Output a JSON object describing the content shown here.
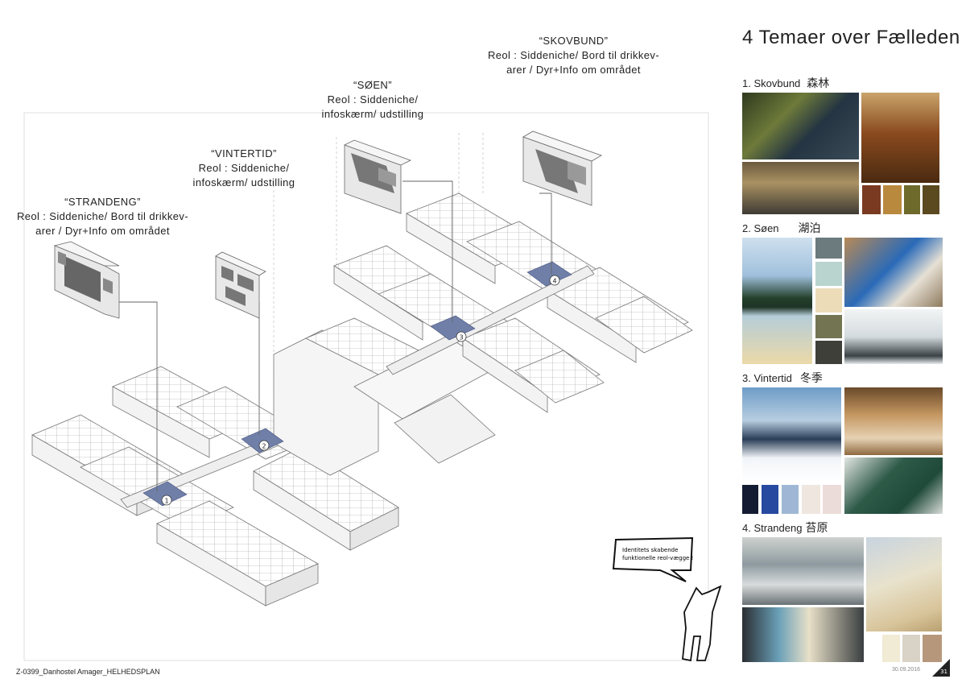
{
  "labels": {
    "strandeng": {
      "name": "“STRANDENG”",
      "line1": "Reol :  Siddeniche/ Bord til drikkev-",
      "line2": "arer / Dyr+Info om området"
    },
    "vintertid": {
      "name": "“VINTERTID”",
      "line1": "Reol : Siddeniche/",
      "line2": "infoskærm/ udstilling"
    },
    "soen": {
      "name": "“SØEN”",
      "line1": "Reol : Siddeniche/",
      "line2": "infoskærm/ udstilling"
    },
    "skovbund": {
      "name": "“SKOVBUND”",
      "line1": "Reol : Siddeniche/ Bord til drikkev-",
      "line2": "arer / Dyr+Info om området"
    }
  },
  "markers": [
    "1",
    "2",
    "3",
    "4"
  ],
  "panel": {
    "title": "4 Temaer over Fælleden",
    "themes": [
      {
        "label": "1. Skovbund",
        "cn": "森林",
        "swatches": [
          "#7a3a22",
          "#b98a3e",
          "#6e6a2c",
          "#5b4a20"
        ]
      },
      {
        "label": "2. Søen",
        "cn": "湖泊",
        "swatches": [
          "#6b7b7e",
          "#b9d4cf",
          "#ecdcb8",
          "#737452",
          "#3f3f3a"
        ]
      },
      {
        "label": "3. Vintertid",
        "cn": "冬季",
        "swatches": [
          "#141c33",
          "#2749a0",
          "#9fb7d4",
          "#efe6df",
          "#ecdcd9"
        ]
      },
      {
        "label": "4. Strandeng",
        "cn": "苔原",
        "swatches": [
          "#f1ead5",
          "#d9d3c7",
          "#b7977b"
        ]
      }
    ]
  },
  "bubble": {
    "line1": "Identitets skabende",
    "line2": "funktionelle reol-vægge !"
  },
  "footer": {
    "left": "Z-0399_Danhostel Amager_HELHEDSPLAN",
    "date": "30.09.2016",
    "page": "31"
  }
}
